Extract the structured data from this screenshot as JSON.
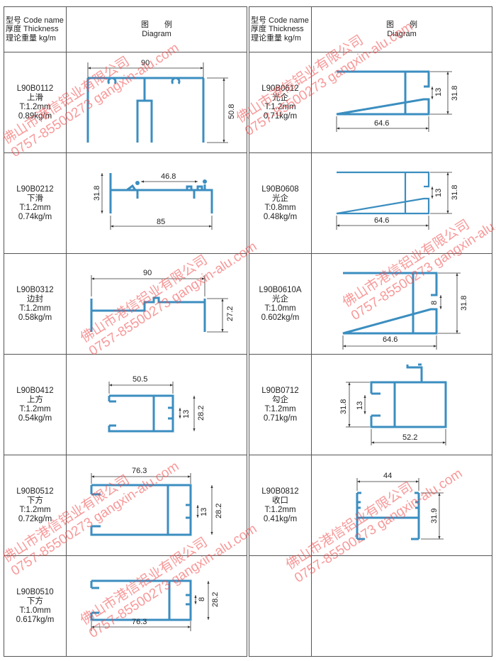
{
  "header": {
    "code_label": "型号 Code name",
    "thickness_label": "厚度 Thickness",
    "weight_label": "理论重量 kg/m",
    "diagram_cn": "图　　例",
    "diagram_en": "Diagram"
  },
  "left": [
    {
      "code": "L90B0112",
      "name": "上滑",
      "thickness": "T:1.2mm",
      "weight": "0.89kg/m",
      "dims": [
        "90",
        "50.8"
      ]
    },
    {
      "code": "L90B0212",
      "name": "下滑",
      "thickness": "T:1.2mm",
      "weight": "0.74kg/m",
      "dims": [
        "46.8",
        "31.8",
        "85"
      ]
    },
    {
      "code": "L90B0312",
      "name": "边封",
      "thickness": "T:1.2mm",
      "weight": "0.58kg/m",
      "dims": [
        "90",
        "27.2"
      ]
    },
    {
      "code": "L90B0412",
      "name": "上方",
      "thickness": "T:1.2mm",
      "weight": "0.54kg/m",
      "dims": [
        "50.5",
        "13",
        "28.2"
      ]
    },
    {
      "code": "L90B0512",
      "name": "下方",
      "thickness": "T:1.2mm",
      "weight": "0.72kg/m",
      "dims": [
        "76.3",
        "13",
        "28.2"
      ]
    },
    {
      "code": "L90B0510",
      "name": "下方",
      "thickness": "T:1.0mm",
      "weight": "0.617kg/m",
      "dims": [
        "8",
        "28.2",
        "76.3"
      ]
    }
  ],
  "right": [
    {
      "code": "L90B0612",
      "name": "光企",
      "thickness": "T:1.2mm",
      "weight": "0.71kg/m",
      "dims": [
        "13",
        "31.8",
        "64.6"
      ]
    },
    {
      "code": "L90B0608",
      "name": "光企",
      "thickness": "T:0.8mm",
      "weight": "0.48kg/m",
      "dims": [
        "13",
        "31.8",
        "64.6"
      ]
    },
    {
      "code": "L90B0610A",
      "name": "光企",
      "thickness": "T:1.0mm",
      "weight": "0.602kg/m",
      "dims": [
        "8",
        "31.8",
        "64.6"
      ]
    },
    {
      "code": "L90B0712",
      "name": "勾企",
      "thickness": "T:1.2mm",
      "weight": "0.71kg/m",
      "dims": [
        "31.8",
        "13",
        "52.2"
      ]
    },
    {
      "code": "L90B0812",
      "name": "收口",
      "thickness": "T:1.2mm",
      "weight": "0.41kg/m",
      "dims": [
        "44",
        "31.9"
      ]
    }
  ],
  "watermark": {
    "company": "佛山市港信铝业有限公司",
    "contact": "0757-85500273 gangxin-alu.com"
  },
  "colors": {
    "profile": "#3b8ec0",
    "watermark": "#f04646"
  }
}
